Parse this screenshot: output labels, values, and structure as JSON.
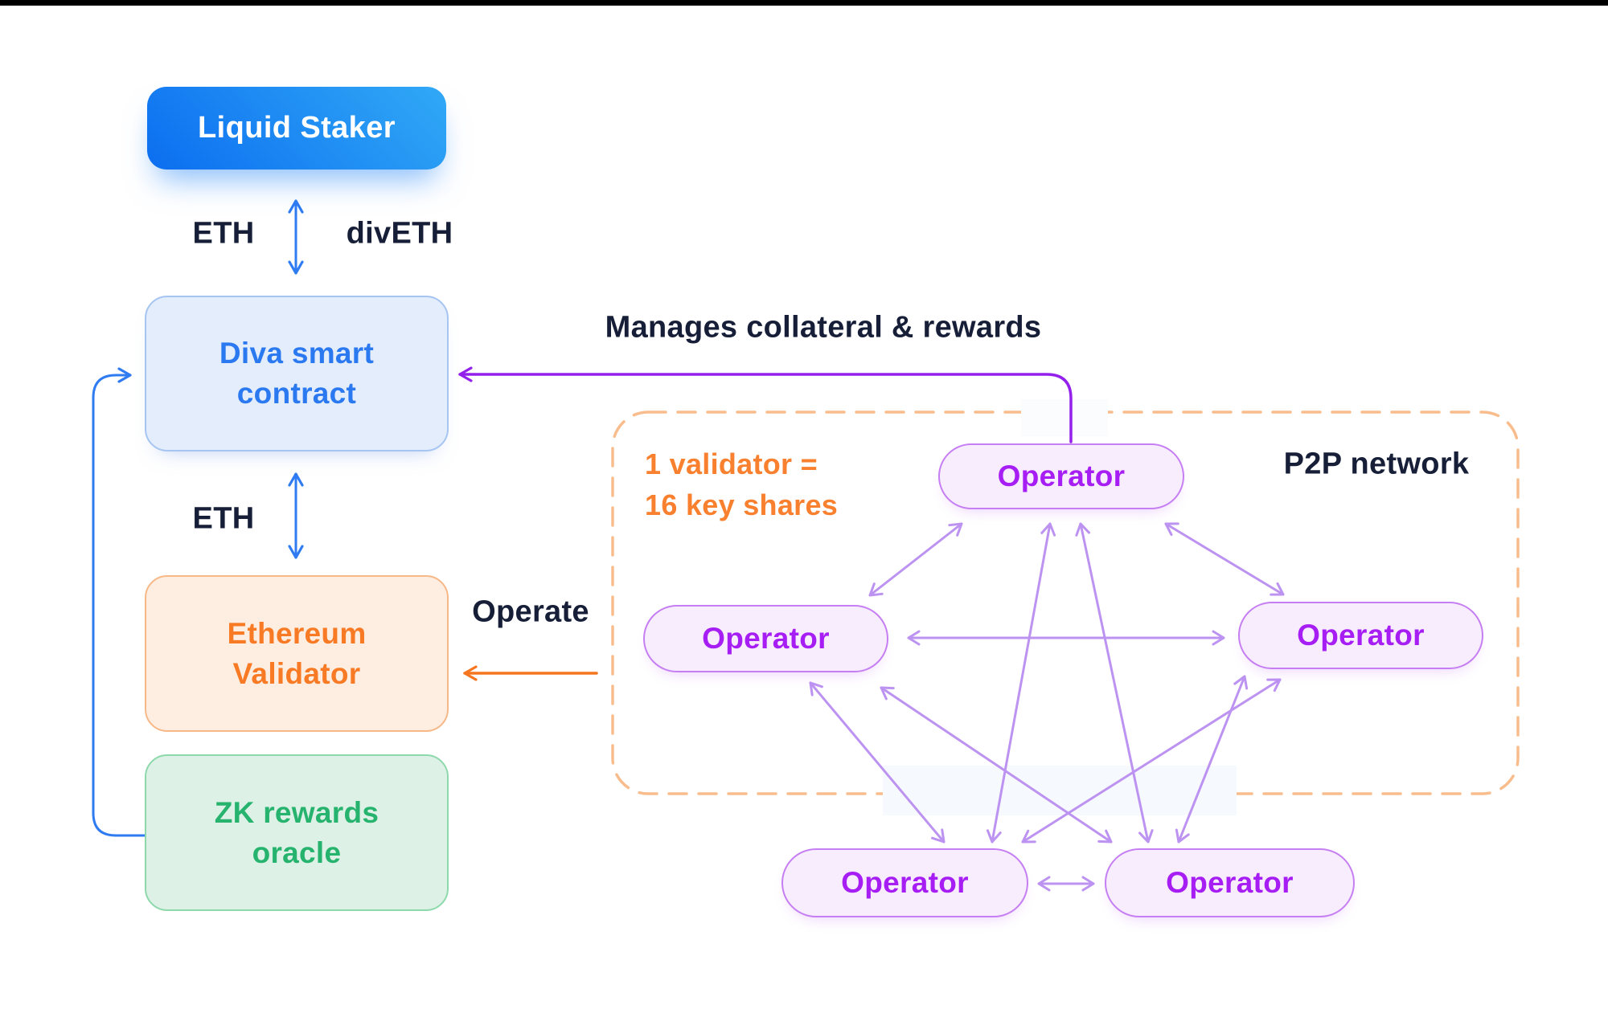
{
  "nodes": {
    "liquid_staker": "Liquid Staker",
    "diva": "Diva smart\ncontract",
    "eth_validator": "Ethereum\nValidator",
    "zk_oracle": "ZK rewards\noracle"
  },
  "operators": [
    "Operator",
    "Operator",
    "Operator",
    "Operator",
    "Operator"
  ],
  "labels": {
    "eth_top": "ETH",
    "diveth": "divETH",
    "eth_mid": "ETH",
    "manages": "Manages collateral & rewards",
    "operate": "Operate",
    "validator_note": "1 validator =\n16 key shares",
    "p2p_network": "P2P network"
  },
  "colors": {
    "button_gradient_start": "#0c6ef0",
    "button_gradient_end": "#31a9f6",
    "blue_arrow": "#2e7bf2",
    "violet_arrow": "#9420ec",
    "orange_arrow": "#f5761f",
    "mesh_arrow": "#bd93f2",
    "dashed_border": "#f9bd8d",
    "diva_fill": "#e3edfb",
    "diva_text": "#2b79f0",
    "validator_fill": "#fdeee1",
    "validator_text": "#f87a25",
    "oracle_fill": "#def1e6",
    "oracle_text": "#25b36e",
    "operator_fill": "#f8edfd",
    "operator_text": "#a61ef4",
    "navy_text": "#171f38",
    "note_orange": "#f8802e"
  }
}
